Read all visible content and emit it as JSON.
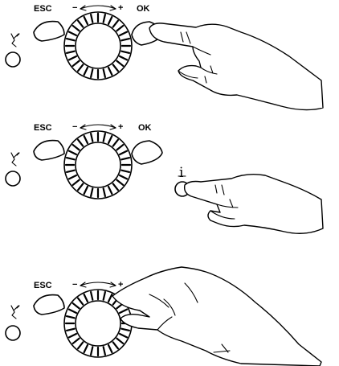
{
  "panels": [
    {
      "esc_label": "ESC",
      "minus_label": "−",
      "plus_label": "+",
      "ok_label": "OK",
      "action": "press-ok"
    },
    {
      "esc_label": "ESC",
      "minus_label": "−",
      "plus_label": "+",
      "ok_label": "OK",
      "info_label": "i",
      "action": "press-info"
    },
    {
      "esc_label": "ESC",
      "minus_label": "−",
      "plus_label": "+",
      "action": "turn-knob"
    }
  ],
  "icons": {
    "chimney_sweep_icon": "chimney-sweep-icon",
    "info_icon": "info-icon",
    "rotation_arrow": "double-arrow-icon"
  },
  "colors": {
    "line": "#000000",
    "background": "#ffffff"
  }
}
